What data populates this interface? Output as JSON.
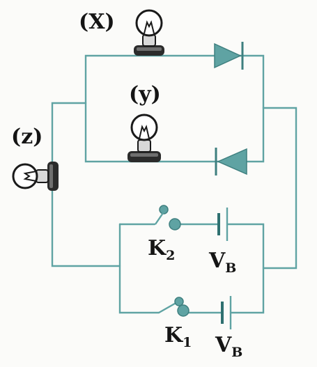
{
  "labels": {
    "lamp_x": "(X)",
    "lamp_y": "(y)",
    "lamp_z": "(z)",
    "switch_k2": {
      "main": "K",
      "sub": "2"
    },
    "switch_k1": {
      "main": "K",
      "sub": "1"
    },
    "battery_top": {
      "main": "V",
      "sub": "B"
    },
    "battery_bottom": {
      "main": "V",
      "sub": "B"
    }
  },
  "colors": {
    "wire": "#5fa3a3",
    "diode": "#5fa3a3",
    "lamp_outline": "#1a1a1a",
    "lamp_base": "#2b2b2b",
    "label": "#151515"
  }
}
